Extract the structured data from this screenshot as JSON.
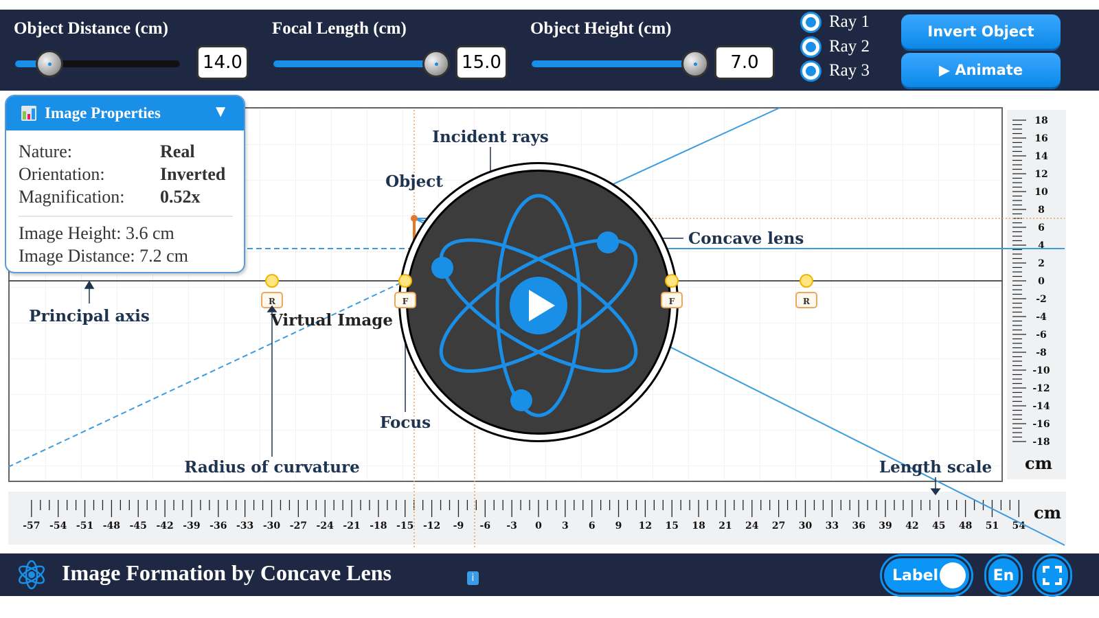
{
  "controls": {
    "object_distance": {
      "label": "Object Distance (cm)",
      "value": "14.0",
      "fraction": 0.2
    },
    "focal_length": {
      "label": "Focal Length (cm)",
      "value": "15.0",
      "fraction": 1.0
    },
    "object_height": {
      "label": "Object Height (cm)",
      "value": "7.0",
      "fraction": 1.0
    },
    "rays": [
      {
        "label": "Ray 1",
        "selected": true
      },
      {
        "label": "Ray 2",
        "selected": true
      },
      {
        "label": "Ray 3",
        "selected": true
      }
    ],
    "invert_label": "Invert Object",
    "animate_label": "▶ Animate"
  },
  "properties": {
    "title": "Image Properties",
    "toggle_icon": "▼",
    "nature_label": "Nature:",
    "nature": "Real",
    "orientation_label": "Orientation:",
    "orientation": "Inverted",
    "magnification_label": "Magnification:",
    "magnification": "0.52x",
    "height_label": "Image Height:",
    "height": "3.6 cm",
    "distance_label": "Image Distance:",
    "distance": "7.2 cm"
  },
  "diagram": {
    "labels": {
      "incident_rays": "Incident rays",
      "object": "Object",
      "concave_lens": "Concave lens",
      "principal_axis": "Principal axis",
      "radius_of_curvature": "Radius of curvature",
      "focus": "Focus",
      "virtual_image": "Virtual Image",
      "length_scale": "Length scale"
    },
    "markers": {
      "focus": "F",
      "radius": "R"
    },
    "scale_unit": "cm",
    "h_ticks": [
      -57,
      -54,
      -51,
      -48,
      -45,
      -42,
      -39,
      -36,
      -33,
      -30,
      -27,
      -24,
      -21,
      -18,
      -15,
      -12,
      -9,
      -6,
      -3,
      0,
      3,
      6,
      9,
      12,
      15,
      18,
      21,
      24,
      27,
      30,
      33,
      36,
      39,
      42,
      45,
      48,
      51,
      54
    ],
    "v_ticks": [
      18,
      16,
      14,
      12,
      10,
      8,
      6,
      4,
      2,
      0,
      -2,
      -4,
      -6,
      -8,
      -10,
      -12,
      -14,
      -16,
      -18
    ]
  },
  "footer": {
    "title": "Image Formation by Concave Lens",
    "info": "i",
    "label_toggle": "Label",
    "language": "En"
  },
  "colors": {
    "accent": "#1a8fe8",
    "bar": "#1e2842",
    "object": "#e07a2a",
    "ray": "#3b9be0"
  }
}
